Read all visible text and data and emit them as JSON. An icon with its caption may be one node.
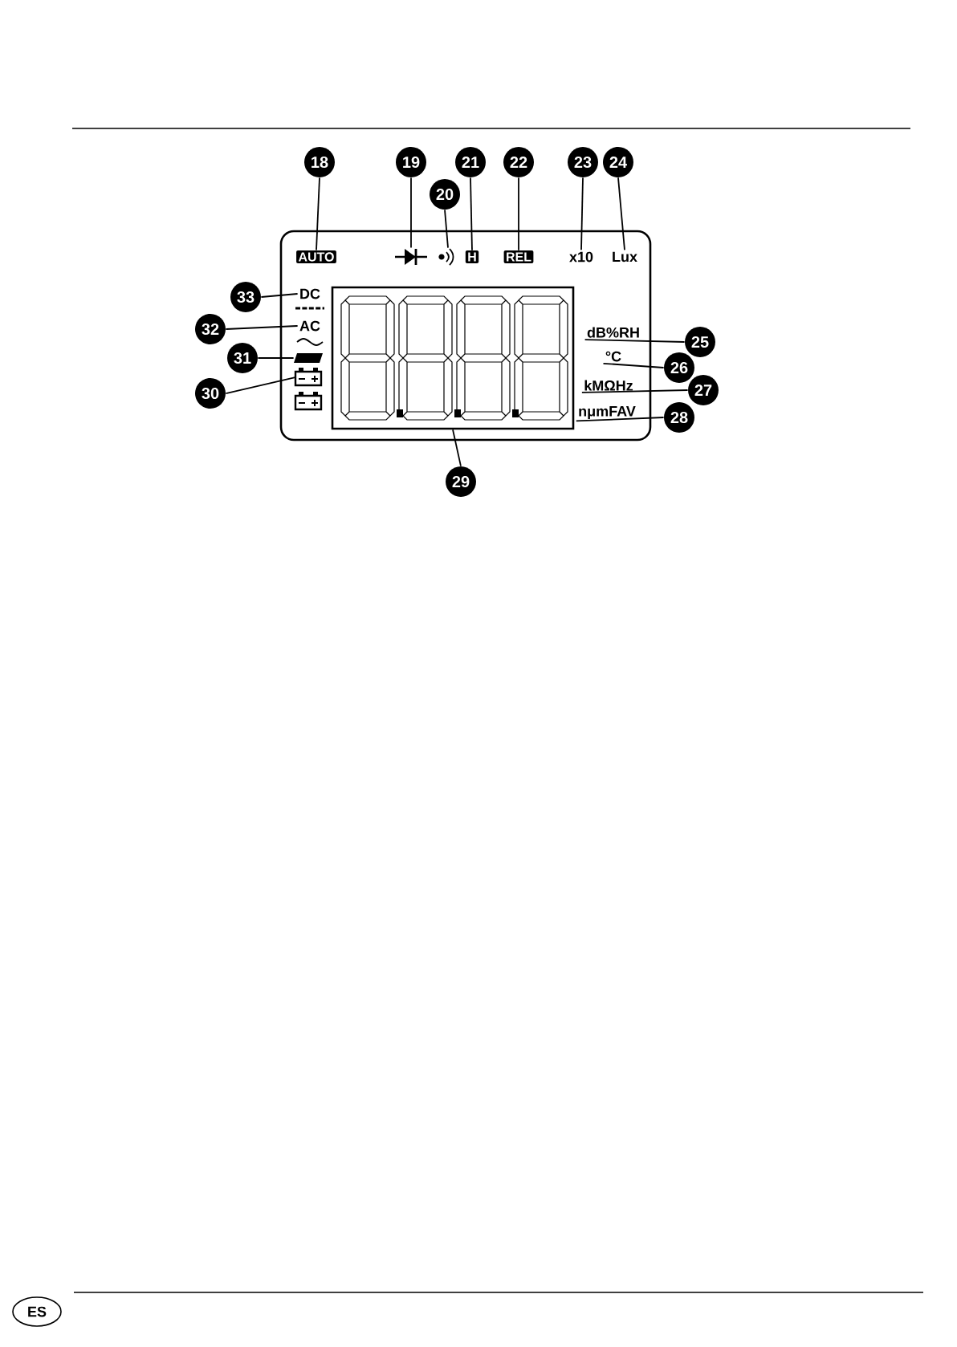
{
  "diagram": {
    "nodes": [
      {
        "text": [],
        "shape": "box"
      },
      {
        "text": [
          "AUTO"
        ],
        "in": 0
      },
      {
        "text": [],
        "shape": "diode",
        "in": 0
      },
      {
        "text": [],
        "shape": "speaker",
        "in": 0
      },
      {
        "text": [
          "H"
        ],
        "in": 0
      },
      {
        "text": [
          "REL"
        ],
        "in": 0
      },
      {
        "text": [
          "x10"
        ],
        "in": 0
      },
      {
        "text": [
          "Lux"
        ],
        "in": 0
      },
      {
        "text": [
          "DC"
        ],
        "in": 0
      },
      {
        "text": [
          "AC"
        ],
        "in": 0
      },
      {
        "text": [],
        "shape": "bar",
        "in": 0
      },
      {
        "text": [],
        "shape": "battery",
        "in": 0
      },
      {
        "text": [],
        "shape": "battery",
        "in": 0
      },
      {
        "text": [],
        "shape": "box",
        "in": 0
      },
      {
        "text": [
          "dB%RH"
        ],
        "in": 0
      },
      {
        "text": [
          "°C"
        ],
        "in": 0
      },
      {
        "text": [
          "kMΩHz"
        ],
        "in": 0
      },
      {
        "text": [
          "nμmFAV"
        ],
        "in": 0
      },
      {
        "text": [
          "18"
        ]
      },
      {
        "text": [
          "19"
        ]
      },
      {
        "text": [
          "20"
        ]
      },
      {
        "text": [
          "21"
        ]
      },
      {
        "text": [
          "22"
        ]
      },
      {
        "text": [
          "23"
        ]
      },
      {
        "text": [
          "24"
        ]
      },
      {
        "text": [
          "25"
        ]
      },
      {
        "text": [
          "26"
        ]
      },
      {
        "text": [
          "27"
        ]
      },
      {
        "text": [
          "28"
        ]
      },
      {
        "text": [
          "29"
        ]
      },
      {
        "text": [
          "30"
        ]
      },
      {
        "text": [
          "31"
        ]
      },
      {
        "text": [
          "32"
        ]
      },
      {
        "text": [
          "33"
        ]
      },
      {
        "text": [
          "ES"
        ]
      }
    ],
    "edges": [
      {
        "from": 18,
        "to": 1,
        "arrow": "none"
      },
      {
        "from": 19,
        "to": 2,
        "arrow": "none"
      },
      {
        "from": 20,
        "to": 3,
        "arrow": "none"
      },
      {
        "from": 21,
        "to": 4,
        "arrow": "none"
      },
      {
        "from": 22,
        "to": 5,
        "arrow": "none"
      },
      {
        "from": 23,
        "to": 6,
        "arrow": "none"
      },
      {
        "from": 24,
        "to": 7,
        "arrow": "none"
      },
      {
        "from": 25,
        "to": 14,
        "arrow": "none"
      },
      {
        "from": 26,
        "to": 15,
        "arrow": "none"
      },
      {
        "from": 27,
        "to": 16,
        "arrow": "none"
      },
      {
        "from": 28,
        "to": 17,
        "arrow": "none"
      },
      {
        "from": 29,
        "to": 13,
        "arrow": "none"
      },
      {
        "from": 30,
        "to": 11,
        "arrow": "none"
      },
      {
        "from": 31,
        "to": 10,
        "arrow": "none"
      },
      {
        "from": 32,
        "to": 9,
        "arrow": "none"
      },
      {
        "from": 33,
        "to": 8,
        "arrow": "none"
      }
    ]
  }
}
